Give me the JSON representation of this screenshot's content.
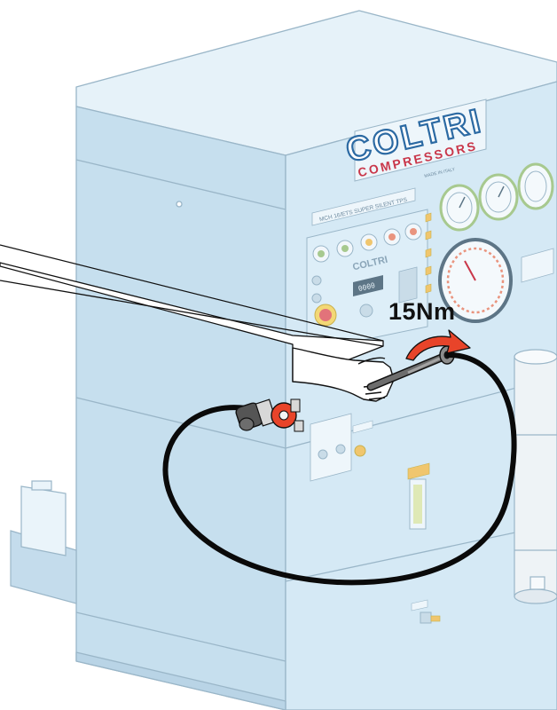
{
  "brand": {
    "name": "COLTRI",
    "subtitle": "COMPRESSORS",
    "tagline": "MADE IN ITALY"
  },
  "model_label": "MCH 16/ETS SUPER SILENT TPS",
  "panel_logo": "COLTRI",
  "display_readout": "0000",
  "torque_annotation": "15Nm",
  "colors": {
    "cabinet": "#d3e8f4",
    "cabinet_outline": "#9ab6c8",
    "hose": "#0a0a0a",
    "arrow": "#e8442a",
    "label_text": "#111111"
  }
}
